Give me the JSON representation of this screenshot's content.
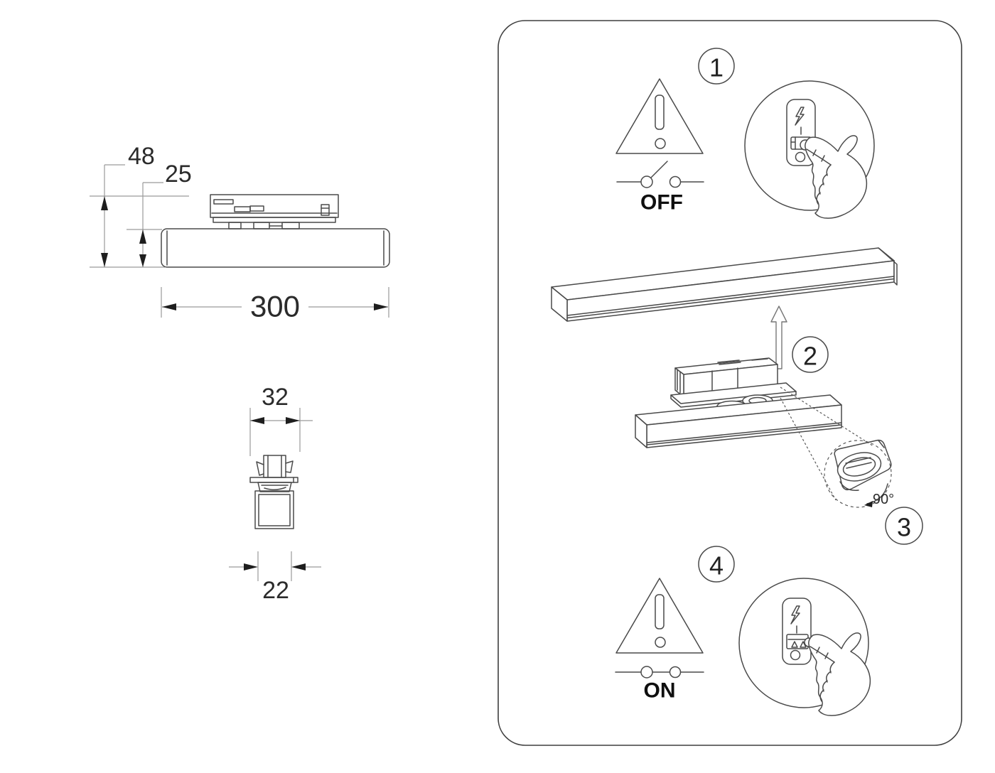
{
  "colors": {
    "background": "#ffffff",
    "line": "#4a4a4a",
    "dim_line": "#9a9a9a",
    "text": "#2b2b2b"
  },
  "dimensions": {
    "side_view": {
      "total_height": "48",
      "body_height": "25",
      "length": "300"
    },
    "front_view": {
      "adapter_width": "32",
      "body_width": "22"
    }
  },
  "steps": [
    {
      "number": "1",
      "power_label": "OFF"
    },
    {
      "number": "2"
    },
    {
      "number": "3",
      "rotation_label": "90°"
    },
    {
      "number": "4",
      "power_label": "ON"
    }
  ]
}
